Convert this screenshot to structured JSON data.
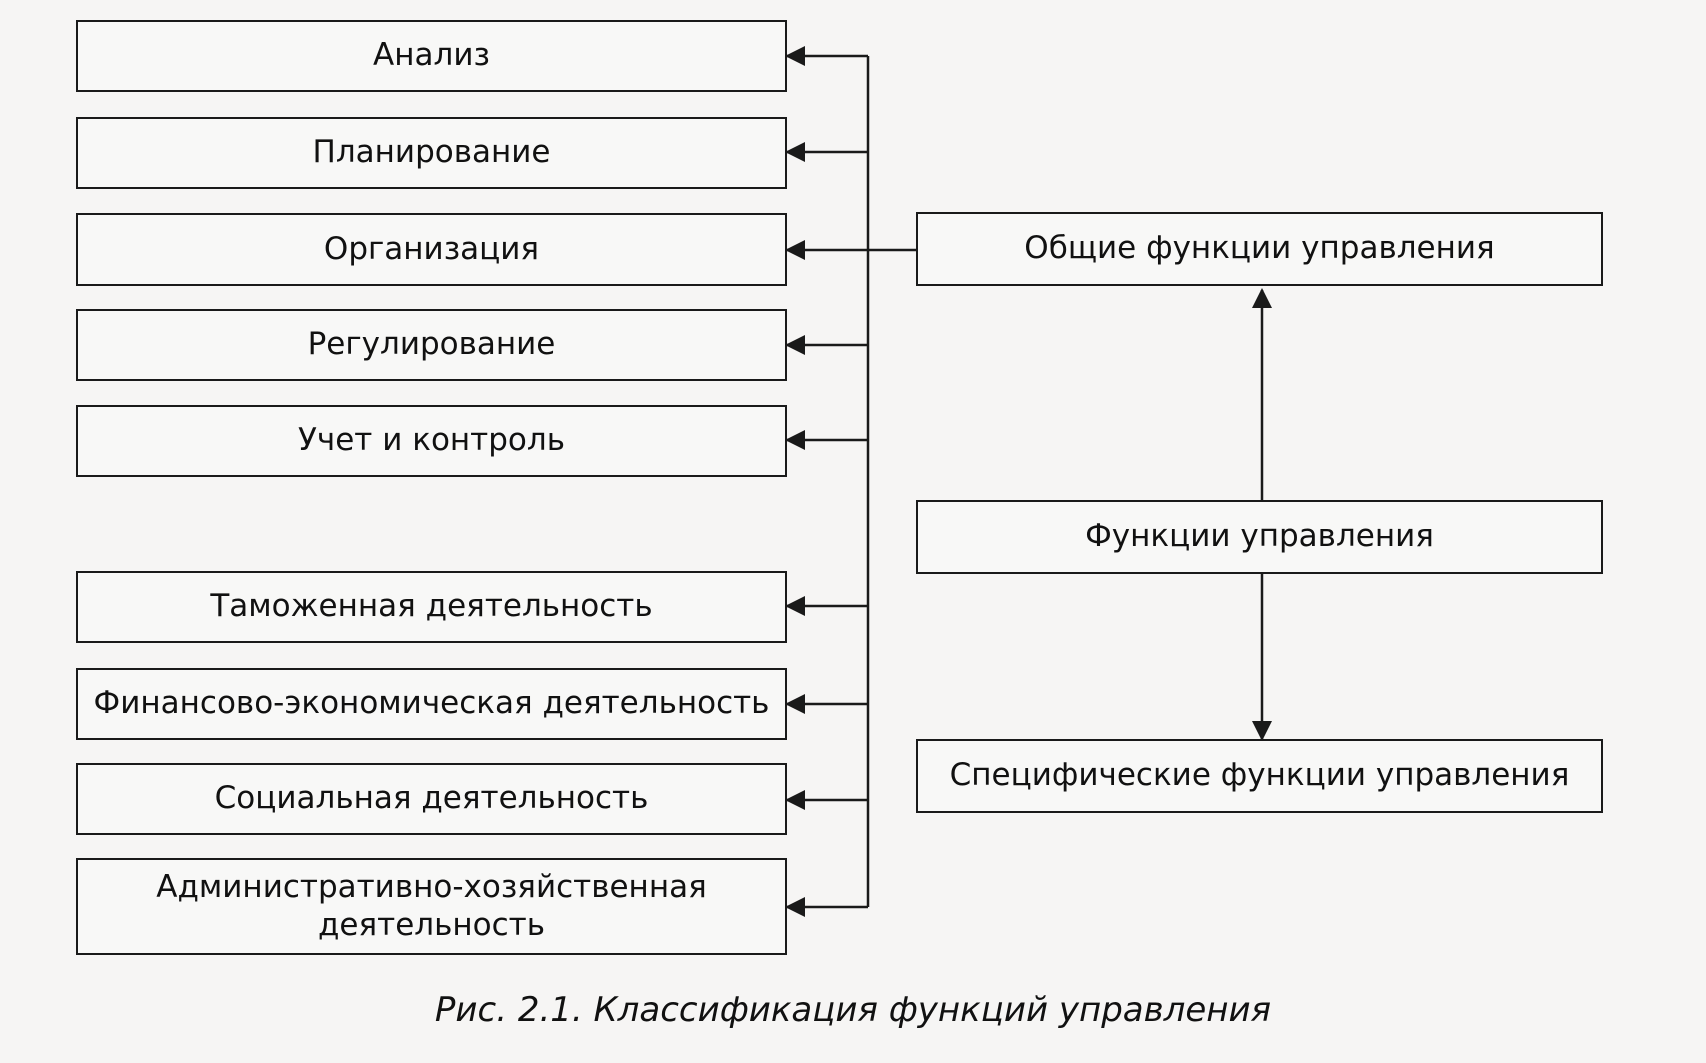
{
  "left_boxes": [
    {
      "label": "Анализ"
    },
    {
      "label": "Планирование"
    },
    {
      "label": "Организация"
    },
    {
      "label": "Регулирование"
    },
    {
      "label": "Учет и контроль"
    },
    {
      "label": "Таможенная деятельность"
    },
    {
      "label": "Финансово-экономическая деятельность"
    },
    {
      "label": "Социальная деятельность"
    },
    {
      "label": "Административно-хозяйственная деятельность"
    }
  ],
  "right_boxes": {
    "general": "Общие функции управления",
    "center": "Функции управления",
    "specific": "Специфические функции управления"
  },
  "caption": "Рис. 2.1. Классификация функций управления"
}
